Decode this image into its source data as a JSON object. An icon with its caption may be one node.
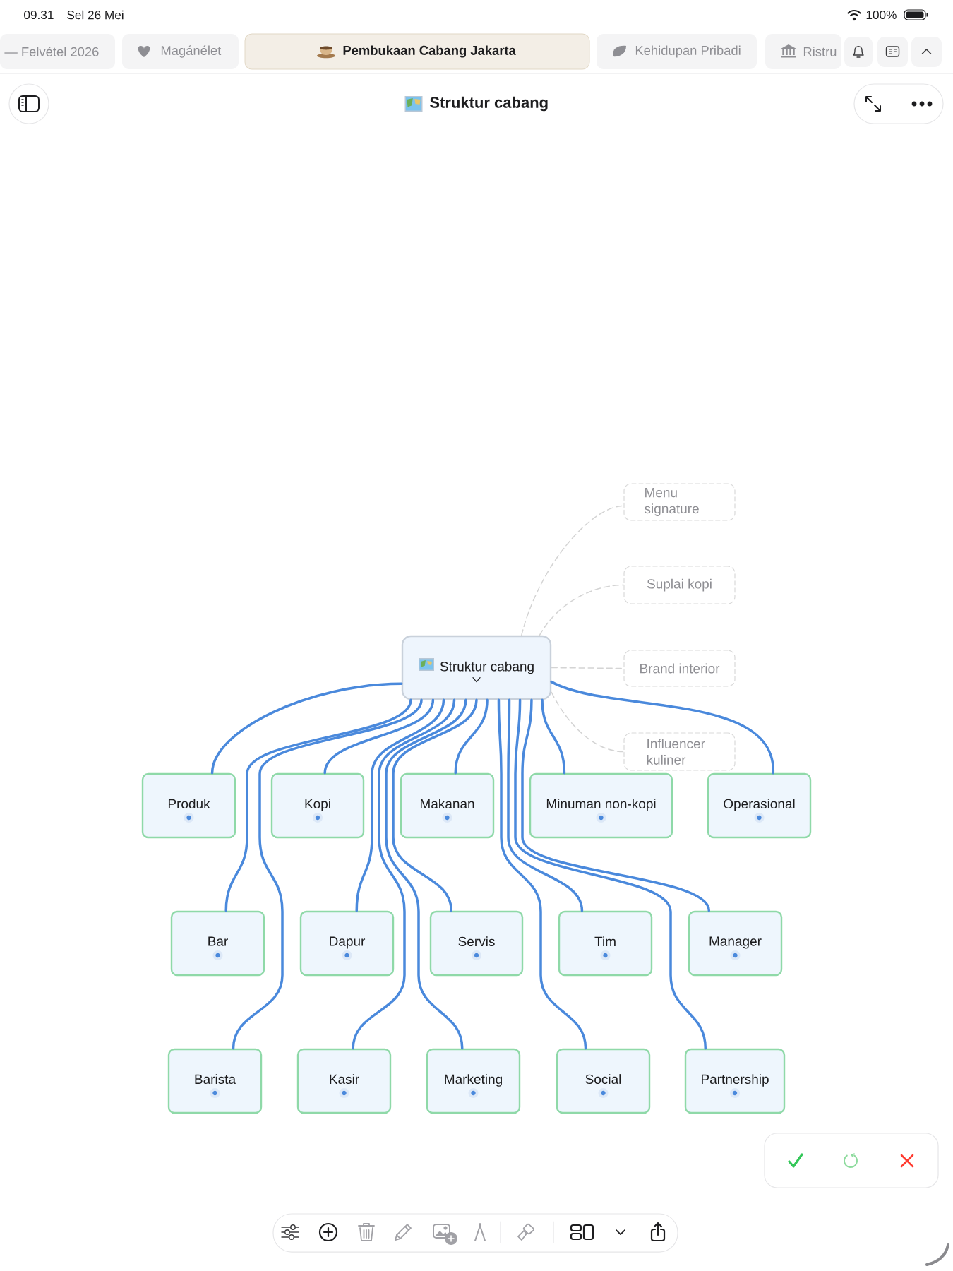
{
  "diagram": {
    "title": "Struktur cabang",
    "nodes": [
      {
        "text": [
          "Menu signature"
        ]
      },
      {
        "text": [
          "Suplai kopi"
        ]
      },
      {
        "text": [
          "Struktur cabang"
        ]
      },
      {
        "text": [
          "Brand interior"
        ]
      },
      {
        "text": [
          "Influencer kuliner"
        ]
      },
      {
        "text": [
          "Produk"
        ]
      },
      {
        "text": [
          "Kopi"
        ]
      },
      {
        "text": [
          "Makanan"
        ]
      },
      {
        "text": [
          "Minuman non-kopi"
        ]
      },
      {
        "text": [
          "Operasional"
        ]
      },
      {
        "text": [
          "Bar"
        ]
      },
      {
        "text": [
          "Dapur"
        ]
      },
      {
        "text": [
          "Servis"
        ]
      },
      {
        "text": [
          "Tim"
        ]
      },
      {
        "text": [
          "Manager"
        ]
      },
      {
        "text": [
          "Barista"
        ]
      },
      {
        "text": [
          "Kasir"
        ]
      },
      {
        "text": [
          "Marketing"
        ]
      },
      {
        "text": [
          "Social"
        ]
      },
      {
        "text": [
          "Partnership"
        ]
      }
    ],
    "edges": [
      {
        "from": 2,
        "to": 5,
        "arrow": "none"
      },
      {
        "from": 2,
        "to": 6,
        "arrow": "none"
      },
      {
        "from": 2,
        "to": 7,
        "arrow": "none"
      },
      {
        "from": 2,
        "to": 8,
        "arrow": "none"
      },
      {
        "from": 2,
        "to": 9,
        "arrow": "none"
      },
      {
        "from": 2,
        "to": 10,
        "arrow": "none"
      },
      {
        "from": 2,
        "to": 11,
        "arrow": "none"
      },
      {
        "from": 2,
        "to": 12,
        "arrow": "none"
      },
      {
        "from": 2,
        "to": 13,
        "arrow": "none"
      },
      {
        "from": 2,
        "to": 14,
        "arrow": "none"
      },
      {
        "from": 2,
        "to": 15,
        "arrow": "none"
      },
      {
        "from": 2,
        "to": 16,
        "arrow": "none"
      },
      {
        "from": 2,
        "to": 17,
        "arrow": "none"
      },
      {
        "from": 2,
        "to": 18,
        "arrow": "none"
      },
      {
        "from": 2,
        "to": 19,
        "arrow": "none"
      },
      {
        "from": 2,
        "to": 0,
        "arrow": "none",
        "style": "dashed",
        "color": "#d4d4d4"
      },
      {
        "from": 2,
        "to": 1,
        "arrow": "none",
        "style": "dashed",
        "color": "#d4d4d4"
      },
      {
        "from": 2,
        "to": 3,
        "arrow": "none",
        "style": "dashed",
        "color": "#d4d4d4"
      },
      {
        "from": 2,
        "to": 4,
        "arrow": "none",
        "style": "dashed",
        "color": "#d4d4d4"
      }
    ],
    "labels": [
      "09.31",
      "Sel 26 Mei",
      "100%",
      "— Felvétel 2026",
      "Magánélet",
      "Pembukaan Cabang Jakarta",
      "Kehidupan Pribadi",
      "Ristru"
    ]
  }
}
